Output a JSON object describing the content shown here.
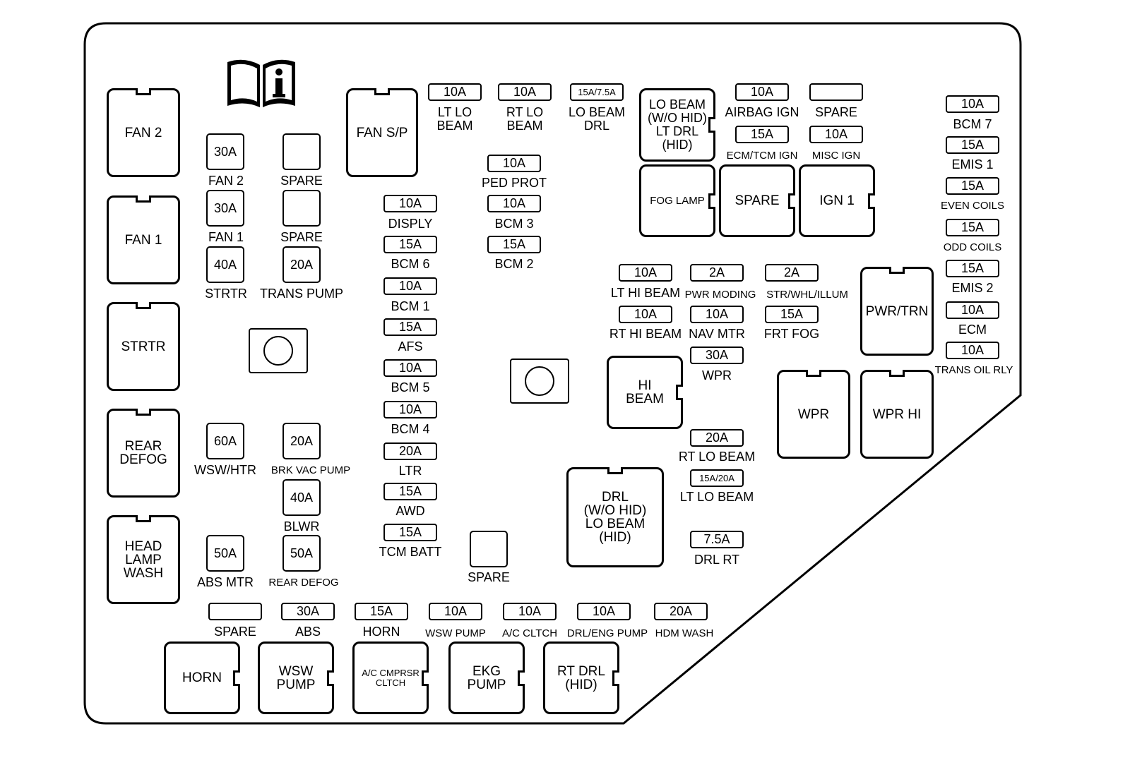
{
  "relays": {
    "fan2": "FAN 2",
    "fan1": "FAN 1",
    "strtr": "STRTR",
    "rear_defog": "REAR\nDEFOG",
    "head_lamp_wash": "HEAD\nLAMP\nWASH",
    "fan_sp": "FAN S/P",
    "lo_beam": "LO BEAM\n(W/O HID)\nLT DRL\n(HID)",
    "fog_lamp": "FOG LAMP",
    "spare": "SPARE",
    "ign1": "IGN 1",
    "pwr_trn": "PWR/TRN",
    "hi_beam": "HI\nBEAM",
    "wpr": "WPR",
    "wpr_hi": "WPR HI",
    "drl": "DRL\n(W/O HID)\nLO BEAM\n(HID)",
    "horn": "HORN",
    "wsw_pump": "WSW\nPUMP",
    "ac_cmprsr": "A/C CMPRSR\nCLTCH",
    "ekg_pump": "EKG\nPUMP",
    "rt_drl": "RT DRL\n(HID)"
  },
  "fuses": [
    {
      "id": "f_fan2",
      "rating": "30A",
      "label": "FAN 2"
    },
    {
      "id": "f_spare1",
      "rating": "",
      "label": "SPARE"
    },
    {
      "id": "f_fan1",
      "rating": "30A",
      "label": "FAN 1"
    },
    {
      "id": "f_spare2",
      "rating": "",
      "label": "SPARE"
    },
    {
      "id": "f_strtr",
      "rating": "40A",
      "label": "STRTR"
    },
    {
      "id": "f_trans_pump",
      "rating": "20A",
      "label": "TRANS PUMP"
    },
    {
      "id": "f_wsw_htr",
      "rating": "60A",
      "label": "WSW/HTR"
    },
    {
      "id": "f_brk_vac",
      "rating": "20A",
      "label": "BRK VAC PUMP"
    },
    {
      "id": "f_blwr",
      "rating": "40A",
      "label": "BLWR"
    },
    {
      "id": "f_abs_mtr",
      "rating": "50A",
      "label": "ABS MTR"
    },
    {
      "id": "f_rear_defog",
      "rating": "50A",
      "label": "REAR DEFOG"
    },
    {
      "id": "f_lt_lo",
      "rating": "10A",
      "label": "LT LO\nBEAM"
    },
    {
      "id": "f_rt_lo",
      "rating": "10A",
      "label": "RT LO\nBEAM"
    },
    {
      "id": "f_lo_drl",
      "rating": "15A/7.5A",
      "label": "LO BEAM\nDRL"
    },
    {
      "id": "f_ped_prot",
      "rating": "10A",
      "label": "PED PROT"
    },
    {
      "id": "f_disply",
      "rating": "10A",
      "label": "DISPLY"
    },
    {
      "id": "f_bcm3",
      "rating": "10A",
      "label": "BCM 3"
    },
    {
      "id": "f_bcm6",
      "rating": "15A",
      "label": "BCM 6"
    },
    {
      "id": "f_bcm2",
      "rating": "15A",
      "label": "BCM 2"
    },
    {
      "id": "f_bcm1",
      "rating": "10A",
      "label": "BCM 1"
    },
    {
      "id": "f_afs",
      "rating": "15A",
      "label": "AFS"
    },
    {
      "id": "f_bcm5",
      "rating": "10A",
      "label": "BCM 5"
    },
    {
      "id": "f_bcm4",
      "rating": "10A",
      "label": "BCM 4"
    },
    {
      "id": "f_ltr",
      "rating": "20A",
      "label": "LTR"
    },
    {
      "id": "f_awd",
      "rating": "15A",
      "label": "AWD"
    },
    {
      "id": "f_tcm_batt",
      "rating": "15A",
      "label": "TCM BATT"
    },
    {
      "id": "f_spare_mid",
      "rating": "",
      "label": "SPARE"
    },
    {
      "id": "f_airbag",
      "rating": "10A",
      "label": "AIRBAG IGN"
    },
    {
      "id": "f_spare_top",
      "rating": "",
      "label": "SPARE"
    },
    {
      "id": "f_ecm_tcm",
      "rating": "15A",
      "label": "ECM/TCM IGN"
    },
    {
      "id": "f_misc_ign",
      "rating": "10A",
      "label": "MISC IGN"
    },
    {
      "id": "f_lt_hi",
      "rating": "10A",
      "label": "LT HI BEAM"
    },
    {
      "id": "f_pwr_moding",
      "rating": "2A",
      "label": "PWR MODING"
    },
    {
      "id": "f_str_whl",
      "rating": "2A",
      "label": "STR/WHL/ILLUM"
    },
    {
      "id": "f_rt_hi",
      "rating": "10A",
      "label": "RT HI BEAM"
    },
    {
      "id": "f_nav_mtr",
      "rating": "10A",
      "label": "NAV MTR"
    },
    {
      "id": "f_frt_fog",
      "rating": "15A",
      "label": "FRT FOG"
    },
    {
      "id": "f_wpr",
      "rating": "30A",
      "label": "WPR"
    },
    {
      "id": "f_rt_lo_beam2",
      "rating": "20A",
      "label": "RT LO BEAM"
    },
    {
      "id": "f_lt_lo_beam2",
      "rating": "15A/20A",
      "label": "LT LO BEAM"
    },
    {
      "id": "f_drl_rt",
      "rating": "7.5A",
      "label": "DRL RT"
    },
    {
      "id": "f_bcm7",
      "rating": "10A",
      "label": "BCM 7"
    },
    {
      "id": "f_emis1",
      "rating": "15A",
      "label": "EMIS 1"
    },
    {
      "id": "f_even_coils",
      "rating": "15A",
      "label": "EVEN COILS"
    },
    {
      "id": "f_odd_coils",
      "rating": "15A",
      "label": "ODD COILS"
    },
    {
      "id": "f_emis2",
      "rating": "15A",
      "label": "EMIS 2"
    },
    {
      "id": "f_ecm",
      "rating": "10A",
      "label": "ECM"
    },
    {
      "id": "f_trans_oil",
      "rating": "10A",
      "label": "TRANS OIL RLY"
    },
    {
      "id": "f_spare_bot",
      "rating": "",
      "label": "SPARE"
    },
    {
      "id": "f_abs",
      "rating": "30A",
      "label": "ABS"
    },
    {
      "id": "f_horn",
      "rating": "15A",
      "label": "HORN"
    },
    {
      "id": "f_wsw_pump",
      "rating": "10A",
      "label": "WSW PUMP"
    },
    {
      "id": "f_ac_cltch",
      "rating": "10A",
      "label": "A/C CLTCH"
    },
    {
      "id": "f_drl_eng",
      "rating": "10A",
      "label": "DRL/ENG PUMP"
    },
    {
      "id": "f_hdm_wash",
      "rating": "20A",
      "label": "HDM WASH"
    }
  ],
  "icons": {
    "manual": "owner-manual-info-icon"
  }
}
